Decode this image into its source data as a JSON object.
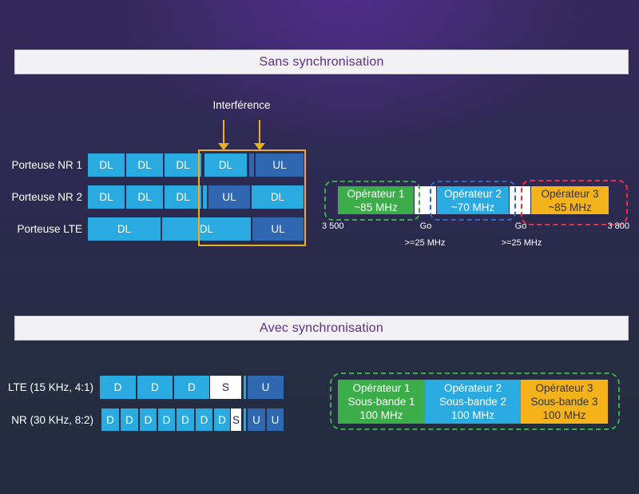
{
  "top": {
    "banner": "Sans synchronisation",
    "interference_label": "Interférence",
    "carriers": [
      {
        "label": "Porteuse NR 1",
        "slots": [
          "DL",
          "DL",
          "DL",
          "DL",
          "UL"
        ]
      },
      {
        "label": "Porteuse NR 2",
        "slots": [
          "DL",
          "DL",
          "DL",
          "UL",
          "DL"
        ]
      },
      {
        "label": "Porteuse LTE",
        "slots": [
          "DL",
          "DL",
          "UL"
        ]
      }
    ],
    "spectrum": {
      "operators": [
        {
          "name": "Opérateur 1",
          "bw": "~85 MHz"
        },
        {
          "name": "Opérateur 2",
          "bw": "~70 MHz"
        },
        {
          "name": "Opérateur 3",
          "bw": "~85 MHz"
        }
      ],
      "freq_start": "3 500",
      "freq_end": "3 800",
      "guards": [
        "Go",
        "Go"
      ],
      "guard_notes": [
        ">=25 MHz",
        ">=25 MHz"
      ]
    }
  },
  "bottom": {
    "banner": "Avec synchronisation",
    "carriers": [
      {
        "label": "LTE (15 KHz, 4:1)",
        "slots": [
          "D",
          "D",
          "D",
          "S",
          "U"
        ]
      },
      {
        "label": "NR (30 KHz, 8:2)",
        "slots": [
          "D",
          "D",
          "D",
          "D",
          "D",
          "D",
          "D",
          "S",
          "U",
          "U"
        ]
      }
    ],
    "spectrum": {
      "operators": [
        {
          "name": "Opérateur 1",
          "subband": "Sous-bande 1",
          "bw": "100 MHz"
        },
        {
          "name": "Opérateur 2",
          "subband": "Sous-bande 2",
          "bw": "100 MHz"
        },
        {
          "name": "Opérateur 3",
          "subband": "Sous-bande 3",
          "bw": "100 MHz"
        }
      ]
    }
  },
  "colors": {
    "downlink": "#29abe2",
    "uplink": "#2f67b0",
    "operator1_green": "#3bae49",
    "operator2_blue": "#29abe2",
    "operator3_orange": "#f4b21b",
    "interference_outline": "#e9b020",
    "dashed_blue": "#2e6ac4",
    "dashed_red": "#e8304f",
    "banner_bg": "#f2f2f4",
    "banner_text": "#5b2d84",
    "background_top": "#34295a",
    "background_bottom": "#232c3e"
  }
}
